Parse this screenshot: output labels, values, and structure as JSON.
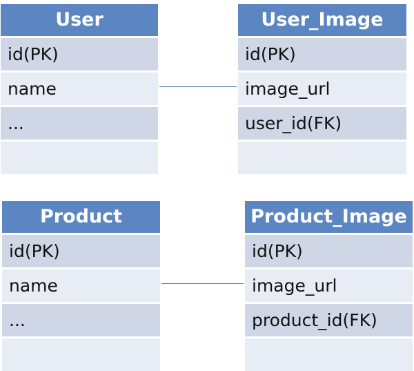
{
  "tables": {
    "user": {
      "title": "User",
      "rows": [
        "id(PK)",
        "name",
        "...",
        ""
      ]
    },
    "user_image": {
      "title": "User_Image",
      "rows": [
        "id(PK)",
        "image_url",
        "user_id(FK)",
        ""
      ]
    },
    "product": {
      "title": "Product",
      "rows": [
        "id(PK)",
        "name",
        "...",
        ""
      ]
    },
    "product_image": {
      "title": "Product_Image",
      "rows": [
        "id(PK)",
        "image_url",
        "product_id(FK)",
        ""
      ]
    }
  },
  "colors": {
    "header": "#5b86c2",
    "row_dark": "#cfd7e7",
    "row_light": "#e8edf5",
    "connector": "#4f7bbd"
  }
}
